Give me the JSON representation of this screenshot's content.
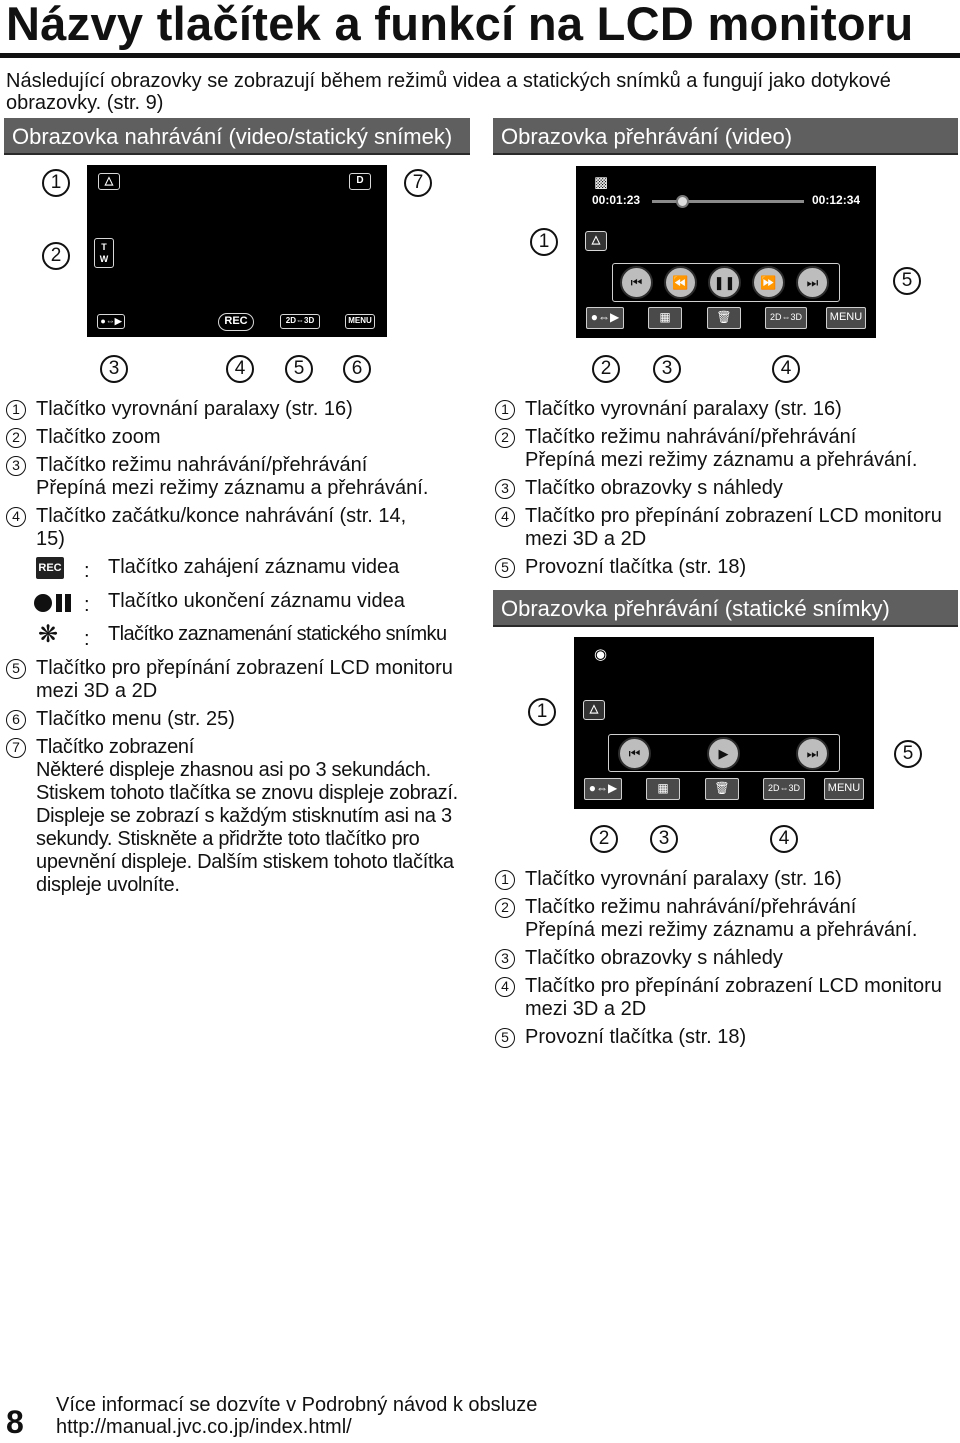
{
  "title": "Názvy tlačítek a funkcí na LCD monitoru",
  "intro": [
    "Následující obrazovky se zobrazují během režimů videa a statických snímků a fungují jako dotykové",
    "obrazovky. (str. 9)"
  ],
  "sections": {
    "record": "Obrazovka nahrávání (video/statický snímek)",
    "play_video": "Obrazovka přehrávání (video)",
    "play_still": "Obrazovka přehrávání (statické snímky)"
  },
  "markers": [
    "1",
    "2",
    "3",
    "4",
    "5",
    "6",
    "7"
  ],
  "lcd": {
    "d": "D",
    "t": "T",
    "w": "W",
    "rec": "REC",
    "mode_2d3d": "2D⇔3D",
    "menu": "MENU",
    "time_start": "00:01:23",
    "time_end": "00:12:34"
  },
  "record_list": {
    "l1": "Tlačítko vyrovnání paralaxy (str. 16)",
    "l2": "Tlačítko zoom",
    "l3a": "Tlačítko režimu nahrávání/přehrávání",
    "l3b": "Přepíná mezi režimy záznamu a přehrávání.",
    "l4a": "Tlačítko začátku/konce nahrávání (str. 14,",
    "l4b": "15)",
    "sub_rec": "Tlačítko zahájení záznamu videa",
    "sub_stop": "Tlačítko ukončení záznamu videa",
    "sub_still": "Tlačítko zaznamenání statického snímku",
    "icon_rec": "REC",
    "colon": ":",
    "l5a": "Tlačítko pro přepínání zobrazení LCD monitoru",
    "l5b": "mezi 3D a 2D",
    "l6": "Tlačítko menu (str. 25)",
    "l7a": "Tlačítko zobrazení",
    "l7b": "Některé displeje zhasnou asi po 3 sekundách.",
    "l7c": "Stiskem tohoto tlačítka se znovu displeje zobrazí.",
    "l7d": "Displeje se zobrazí s každým stisknutím asi na 3",
    "l7e": "sekundy. Stiskněte a přidržte toto tlačítko pro",
    "l7f": "upevnění displeje. Dalším stiskem tohoto tlačítka",
    "l7g": "displeje uvolníte."
  },
  "play_list": {
    "l1": "Tlačítko vyrovnání paralaxy (str. 16)",
    "l2a": "Tlačítko režimu nahrávání/přehrávání",
    "l2b": "Přepíná mezi režimy záznamu a přehrávání.",
    "l3": "Tlačítko obrazovky s náhledy",
    "l4a": "Tlačítko pro přepínání zobrazení LCD monitoru",
    "l4b": "mezi 3D a 2D",
    "l5": "Provozní tlačítka (str. 18)"
  },
  "footer": {
    "page": "8",
    "line1": "Více informací se dozvíte v Podrobný návod k obsluze",
    "line2": "http://manual.jvc.co.jp/index.html/"
  }
}
